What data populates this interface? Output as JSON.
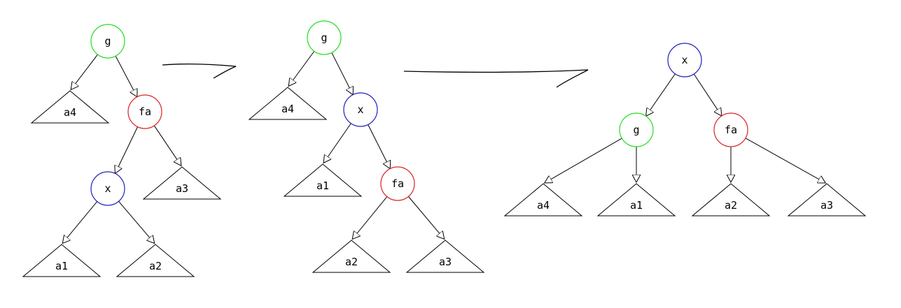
{
  "colors": {
    "g": "#22dd22",
    "fa": "#dd2222",
    "x": "#1f1fbf",
    "line": "#000000"
  },
  "trees": [
    {
      "nodes": [
        {
          "id": "g",
          "label": "g",
          "kind": "circle",
          "color_key": "g"
        },
        {
          "id": "a4",
          "label": "a4",
          "kind": "triangle"
        },
        {
          "id": "fa",
          "label": "fa",
          "kind": "circle",
          "color_key": "fa"
        },
        {
          "id": "x",
          "label": "x",
          "kind": "circle",
          "color_key": "x"
        },
        {
          "id": "a3",
          "label": "a3",
          "kind": "triangle"
        },
        {
          "id": "a1",
          "label": "a1",
          "kind": "triangle"
        },
        {
          "id": "a2",
          "label": "a2",
          "kind": "triangle"
        }
      ],
      "edges": [
        [
          "g",
          "a4"
        ],
        [
          "g",
          "fa"
        ],
        [
          "fa",
          "x"
        ],
        [
          "fa",
          "a3"
        ],
        [
          "x",
          "a1"
        ],
        [
          "x",
          "a2"
        ]
      ]
    },
    {
      "nodes": [
        {
          "id": "g",
          "label": "g",
          "kind": "circle",
          "color_key": "g"
        },
        {
          "id": "a4",
          "label": "a4",
          "kind": "triangle"
        },
        {
          "id": "x",
          "label": "x",
          "kind": "circle",
          "color_key": "x"
        },
        {
          "id": "a1",
          "label": "a1",
          "kind": "triangle"
        },
        {
          "id": "fa",
          "label": "fa",
          "kind": "circle",
          "color_key": "fa"
        },
        {
          "id": "a2",
          "label": "a2",
          "kind": "triangle"
        },
        {
          "id": "a3",
          "label": "a3",
          "kind": "triangle"
        }
      ],
      "edges": [
        [
          "g",
          "a4"
        ],
        [
          "g",
          "x"
        ],
        [
          "x",
          "a1"
        ],
        [
          "x",
          "fa"
        ],
        [
          "fa",
          "a2"
        ],
        [
          "fa",
          "a3"
        ]
      ]
    },
    {
      "nodes": [
        {
          "id": "x",
          "label": "x",
          "kind": "circle",
          "color_key": "x"
        },
        {
          "id": "g",
          "label": "g",
          "kind": "circle",
          "color_key": "g"
        },
        {
          "id": "fa",
          "label": "fa",
          "kind": "circle",
          "color_key": "fa"
        },
        {
          "id": "a4",
          "label": "a4",
          "kind": "triangle"
        },
        {
          "id": "a1",
          "label": "a1",
          "kind": "triangle"
        },
        {
          "id": "a2",
          "label": "a2",
          "kind": "triangle"
        },
        {
          "id": "a3",
          "label": "a3",
          "kind": "triangle"
        }
      ],
      "edges": [
        [
          "x",
          "g"
        ],
        [
          "x",
          "fa"
        ],
        [
          "g",
          "a4"
        ],
        [
          "g",
          "a1"
        ],
        [
          "fa",
          "a2"
        ],
        [
          "fa",
          "a3"
        ]
      ]
    }
  ],
  "transitions": 2
}
